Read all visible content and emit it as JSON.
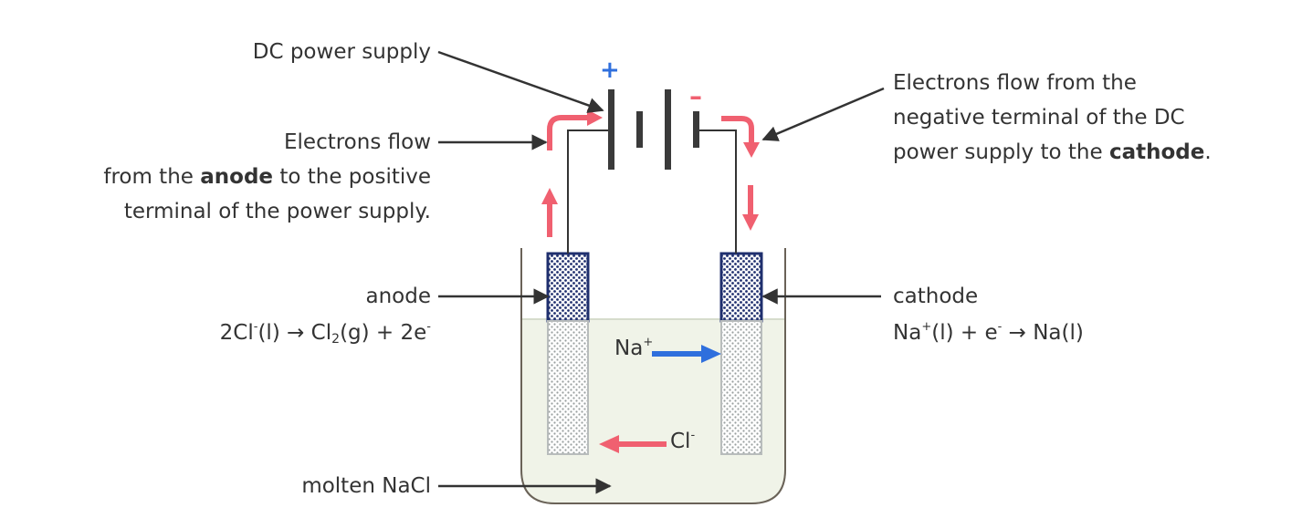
{
  "labels": {
    "dc_power_supply": "DC power supply",
    "electrons_left_line1": "Electrons flow",
    "electrons_left_pre": "from the ",
    "electrons_left_bold": "anode",
    "electrons_left_post": " to the positive",
    "electrons_left_line3": "terminal of the power supply.",
    "electrons_right_line1": "Electrons flow from the",
    "electrons_right_line2": "negative terminal of the DC",
    "electrons_right_pre": "power supply to the ",
    "electrons_right_bold": "cathode",
    "electrons_right_post": ".",
    "anode": "anode",
    "cathode": "cathode",
    "molten": "molten NaCl"
  },
  "terminals": {
    "plus": "+",
    "minus": "–"
  },
  "anode_equation": {
    "a": "2Cl",
    "a_sup": "-",
    "b": "(l) → Cl",
    "b_sub": "2",
    "c": "(g) + 2e",
    "c_sup": "-"
  },
  "cathode_equation": {
    "a": "Na",
    "a_sup": "+",
    "b": "(l) + e",
    "b_sup": "-",
    "c": " → Na(l)"
  },
  "ions": {
    "na": "Na",
    "na_sup": "+",
    "cl": "Cl",
    "cl_sup": "-"
  },
  "colors": {
    "electron_arrow": "#f06070",
    "cation_arrow": "#2f6fdd",
    "anion_arrow": "#f06070",
    "plus_sign": "#2f6fdd",
    "minus_sign": "#f06070",
    "electrode_dark": "#1f2f6e",
    "melt": "#f0f3e8"
  }
}
